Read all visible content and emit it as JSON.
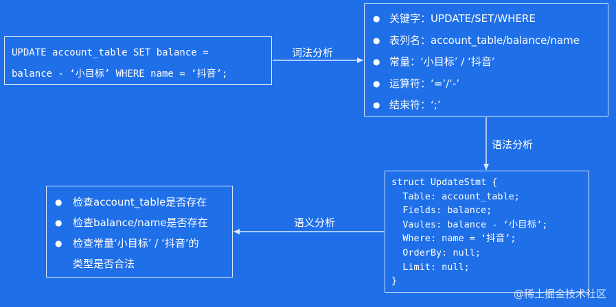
{
  "sql": {
    "lines": [
      "UPDATE account_table SET balance =",
      "balance - ‘小目标’ WHERE name = ‘抖音’;"
    ]
  },
  "lexical": {
    "label": "词法分析",
    "items": [
      "关键字：UPDATE/SET/WHERE",
      "表列名：account_table/balance/name",
      "常量：‘小目标’ / ‘抖音’",
      "运算符：‘=’/‘-’",
      "结束符：‘;’"
    ]
  },
  "syntax": {
    "label": "语法分析",
    "code_lines": [
      "struct UpdateStmt {",
      "  Table: account_table;",
      "  Fields: balance;",
      "  Vaules: balance - ‘小目标’;",
      "  Where: name = ‘抖音’;",
      "  OrderBy: null;",
      "  Limit: null;",
      "}"
    ]
  },
  "semantic": {
    "label": "语义分析",
    "items": [
      "检查account_table是否存在",
      "检查balance/name是否存在",
      "检查常量‘小目标’ / ‘抖音’的",
      "类型是否合法"
    ]
  },
  "watermark": "@稀土掘金技术社区",
  "colors": {
    "background": "#1f6fe8",
    "line": "#dce9ff",
    "text": "#ffffff"
  }
}
